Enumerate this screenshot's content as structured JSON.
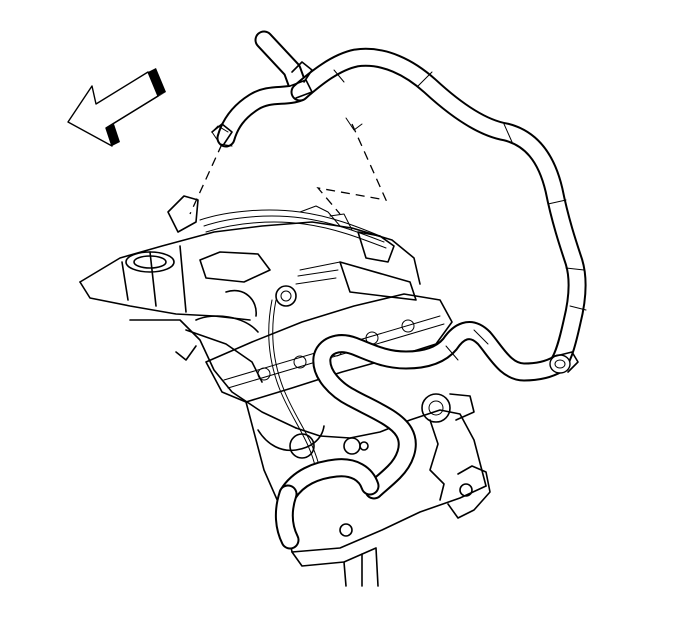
{
  "figure": {
    "background": "#ffffff",
    "line_color": "#000000",
    "components": [
      "direction-arrow",
      "engine-assembly",
      "upper-heater-hose",
      "lower-heater-hose",
      "hose-clamp",
      "dashed-leader-line"
    ]
  }
}
